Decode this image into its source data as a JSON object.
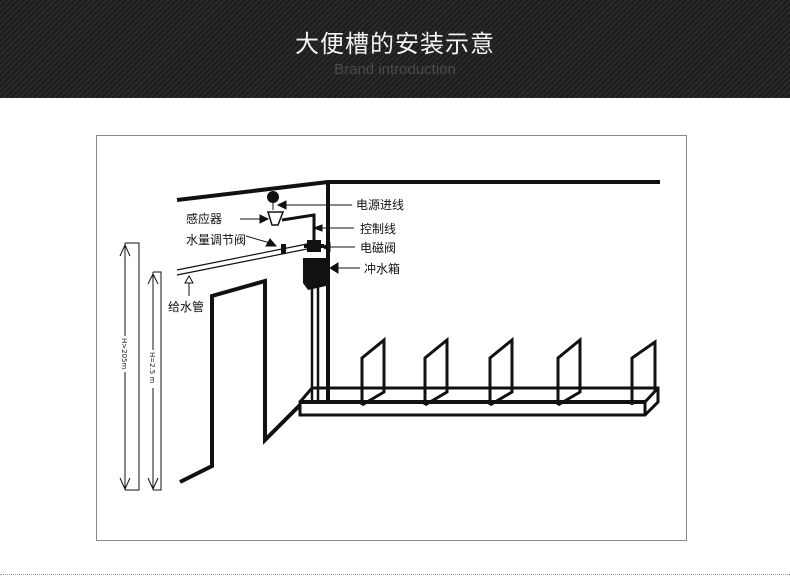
{
  "header": {
    "title": "大便槽的安装示意",
    "subtitle": "Brand introduction"
  },
  "diagram": {
    "labels": {
      "power_line": "电源进线",
      "sensor": "感应器",
      "control_line": "控制线",
      "flow_valve": "水量调节阀",
      "solenoid_valve": "电磁阀",
      "flush_tank": "冲水箱",
      "supply_pipe": "给水管"
    },
    "dimensions": {
      "outer": "H>205m",
      "inner": "H=2.5 m"
    }
  }
}
